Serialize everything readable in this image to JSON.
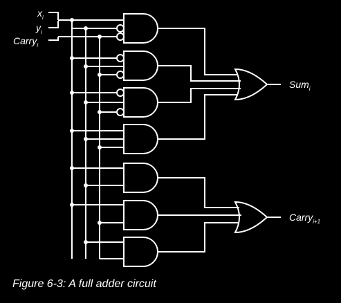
{
  "inputs": [
    {
      "label": "x",
      "sub": "i"
    },
    {
      "label": "y",
      "sub": "i"
    },
    {
      "label": "Carry",
      "sub": "i"
    }
  ],
  "outputs": [
    {
      "label": "Sum",
      "sub": "i"
    },
    {
      "label": "Carry",
      "sub": "i+1"
    }
  ],
  "caption": "Figure 6-3: A full adder circuit",
  "colors": {
    "background": "#000000",
    "line": "#ffffff"
  }
}
